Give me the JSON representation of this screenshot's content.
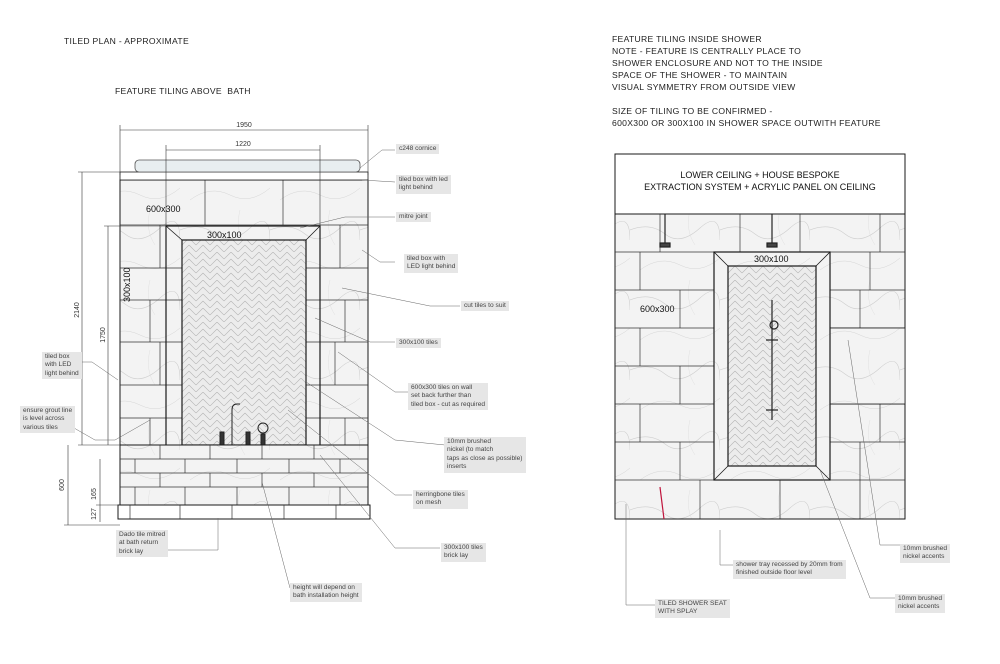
{
  "titles": {
    "tiled_plan": "TILED PLAN - APPROXIMATE",
    "bath_feature": "FEATURE TILING ABOVE  BATH",
    "shower_notes": [
      "FEATURE TILING INSIDE SHOWER",
      "NOTE - FEATURE IS CENTRALLY PLACE TO",
      "SHOWER ENCLOSURE AND NOT TO THE INSIDE",
      "SPACE OF THE SHOWER - TO MAINTAIN",
      "VISUAL SYMMETRY FROM OUTSIDE VIEW",
      "",
      "SIZE OF TILING TO BE CONFIRMED -",
      "600X300 OR 300X100 IN SHOWER SPACE OUTWITH FEATURE"
    ]
  },
  "bath_dimensions": {
    "overall_width": "1950",
    "feature_width": "1220",
    "overall_height": "2140",
    "feature_height": "1750",
    "dado_height": "600",
    "brick_height": "165",
    "dado_tile": "127"
  },
  "bath_tile_labels": {
    "large": "600x300",
    "top": "300x100",
    "side": "300x100"
  },
  "bath_notes": {
    "cornice": "c248 cornice",
    "tiled_box_led": "tiled box with led\nlight behind",
    "mitre": "mitre joint",
    "tiled_box_led_2": "tiled box with\nLED light behind",
    "cut_tiles": "cut tiles to suit",
    "tiles_300": "300x100 tiles",
    "tiles_600": "600x300 tiles on wall\nset back further than\ntiled box - cut as required",
    "nickel": "10mm brushed\nnickel (to match\ntaps as close as possible)\ninserts",
    "herringbone": "herringbone tiles\non mesh",
    "brick_lay": "300x100 tiles\nbrick lay",
    "bath_height": "height will depend on\nbath installation height",
    "dado": "Dado tile mitred\nat bath return\nbrick lay",
    "tiled_box_left": "tiled box\nwith LED\nlight behind",
    "grout": "ensure grout line\nis level across\nvarious tiles"
  },
  "shower": {
    "ceiling": [
      "LOWER CEILING + HOUSE BESPOKE",
      "EXTRACTION SYSTEM + ACRYLIC PANEL ON CEILING"
    ],
    "label_large": "600x300",
    "label_top": "300x100",
    "notes": {
      "tray": "shower tray recessed by 20mm from\nfinished outside floor level",
      "seat": "TILED SHOWER SEAT\nWITH SPLAY",
      "nickel_1": "10mm brushed\nnickel accents",
      "nickel_2": "10mm brushed\nnickel accents"
    }
  },
  "colors": {
    "line": "#1a1a1a",
    "marble": "#f1f1f1",
    "vein": "#c9c9c9",
    "note_bg": "#e6e6e6",
    "leader": "#555555",
    "accent": "#c0143c"
  }
}
